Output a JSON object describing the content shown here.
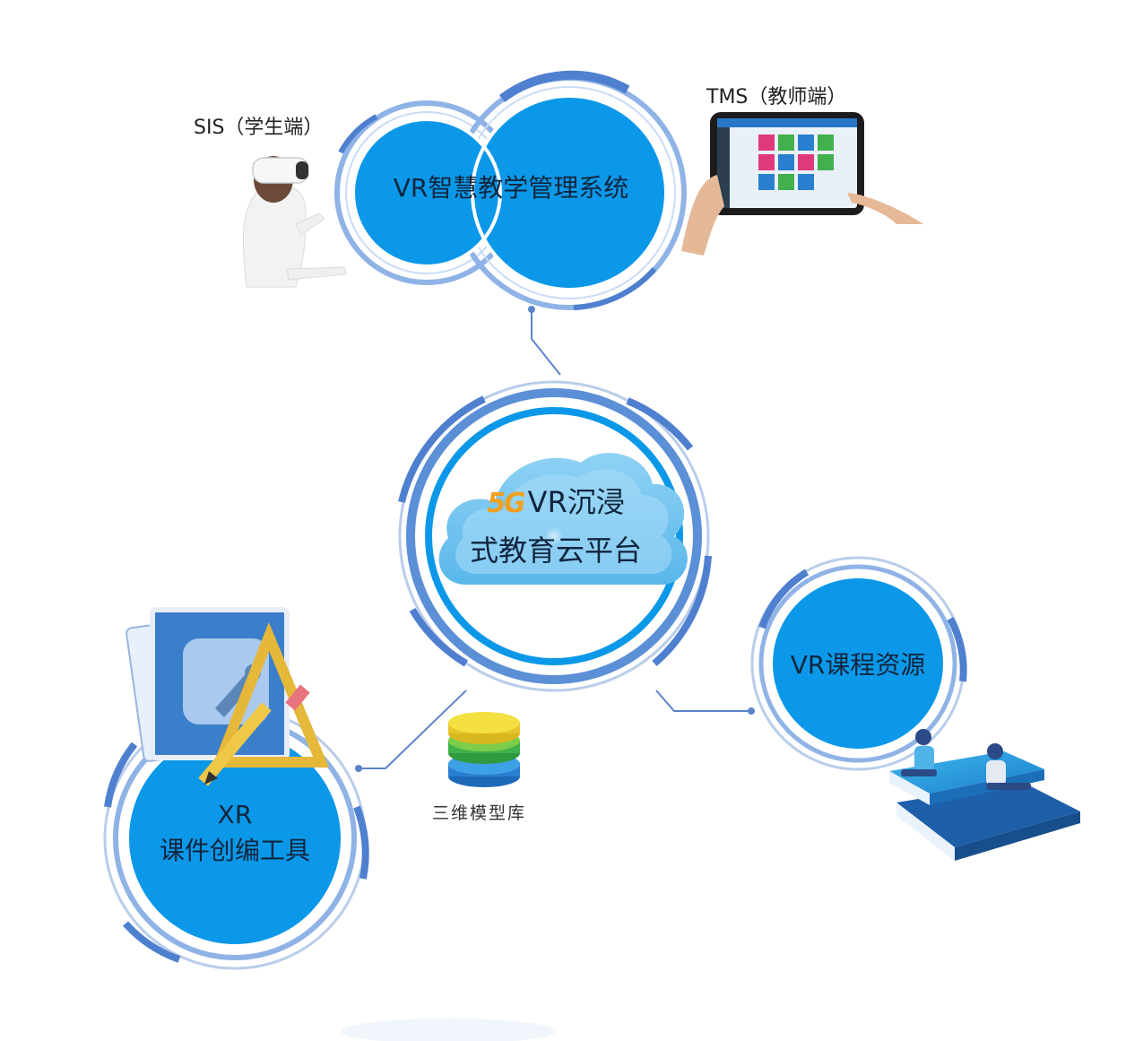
{
  "nodes": {
    "top": {
      "title": "VR智慧教学管理系统"
    },
    "center": {
      "badge": "5G",
      "line1": "VR沉浸",
      "line2": "式教育云平台"
    },
    "right": {
      "title": "VR课程资源"
    },
    "left": {
      "line1": "XR",
      "line2": "课件创编工具"
    }
  },
  "labels": {
    "sis": "SIS（学生端）",
    "tms": "TMS（教师端）",
    "model_library": "三维模型库"
  },
  "colors": {
    "primary_blue": "#0C98E8",
    "ring_blue": "#5B8FD6",
    "cloud_blue": "#6EC5F0",
    "badge_orange": "#F0A020"
  }
}
